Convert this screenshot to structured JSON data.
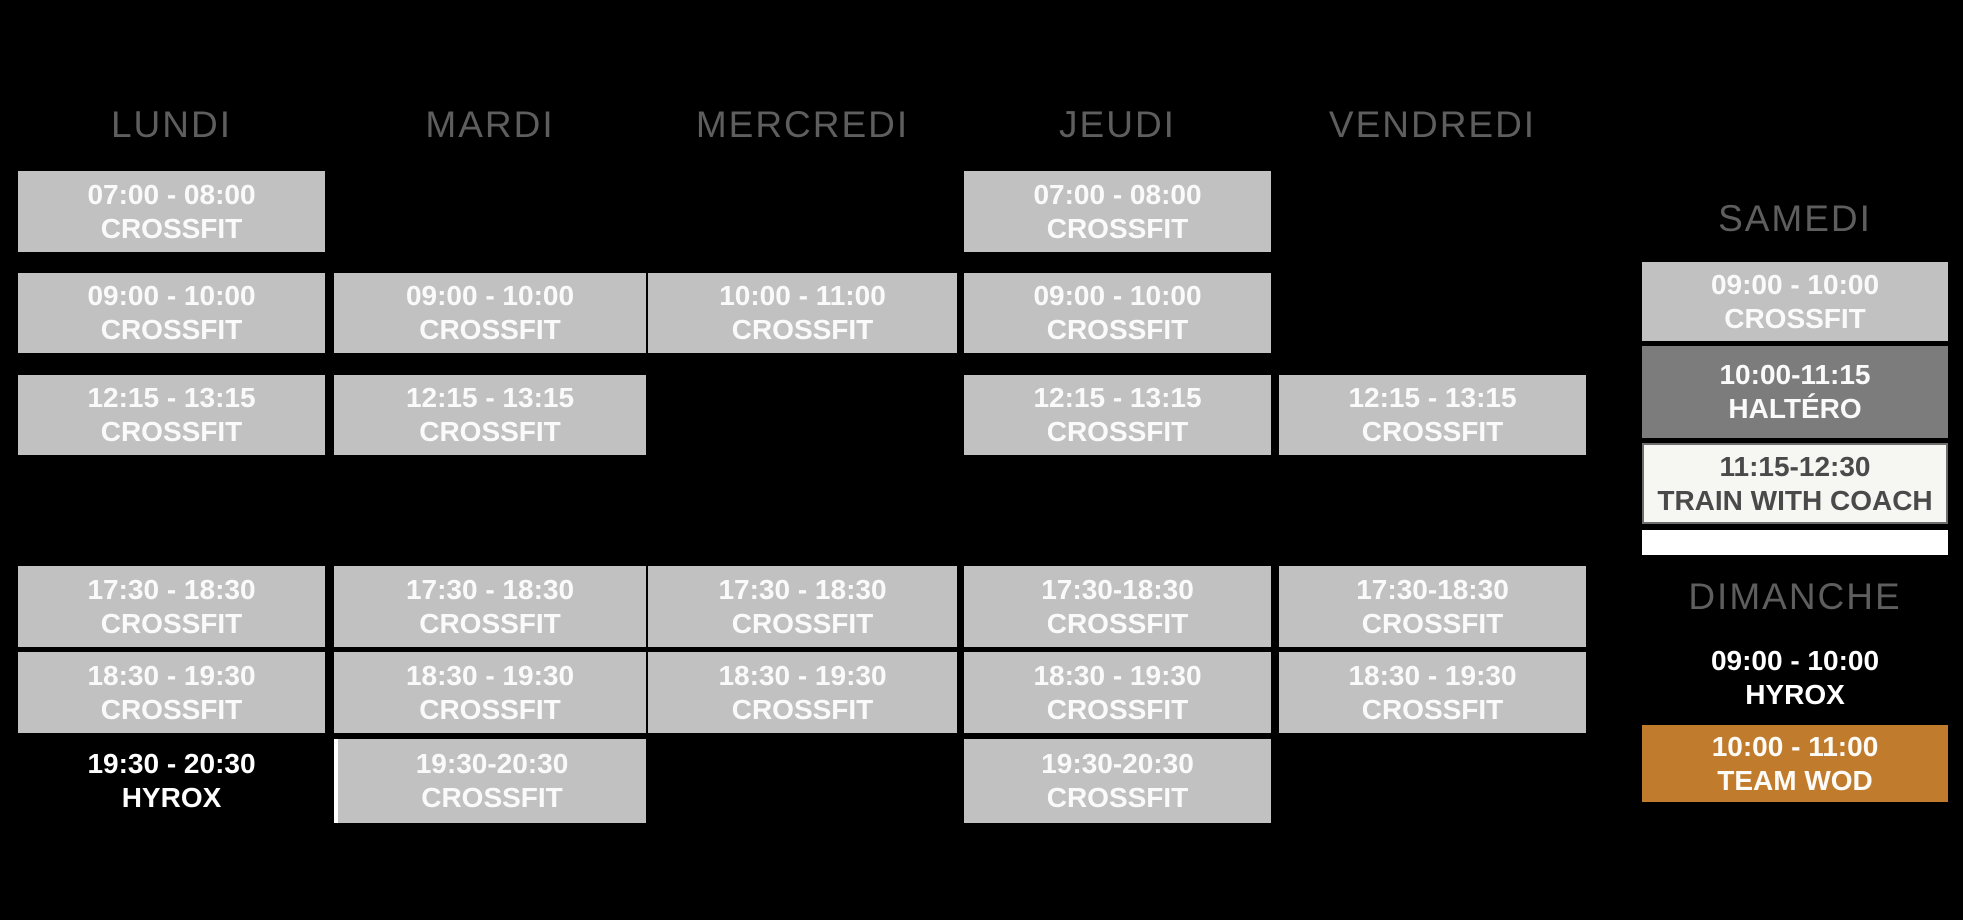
{
  "colors": {
    "background": "#000000",
    "slot_gray": "#c1c1c1",
    "slot_dark_gray": "#7c7c7c",
    "slot_white_bg": "#f6f6f3",
    "slot_white_border": "#6e6e6e",
    "slot_white_text": "#4a4a4a",
    "team_wod_orange": "#c07c2c",
    "header_text": "#5e5e5e",
    "slot_text": "#fafafa"
  },
  "schedule": {
    "days": [
      {
        "name": "LUNDI",
        "slots": [
          {
            "time": "07:00 - 08:00",
            "activity": "CROSSFIT",
            "style": "gray",
            "row": "1"
          },
          {
            "time": "09:00 - 10:00",
            "activity": "CROSSFIT",
            "style": "gray",
            "row": "2"
          },
          {
            "time": "12:15 - 13:15",
            "activity": "CROSSFIT",
            "style": "gray",
            "row": "3"
          },
          {
            "time": "17:30 - 18:30",
            "activity": "CROSSFIT",
            "style": "gray",
            "row": "4"
          },
          {
            "time": "18:30 - 19:30",
            "activity": "CROSSFIT",
            "style": "gray",
            "row": "5"
          },
          {
            "time": "19:30 - 20:30",
            "activity": "HYROX",
            "style": "plain",
            "row": "6"
          }
        ]
      },
      {
        "name": "MARDI",
        "slots": [
          {
            "time": "09:00 - 10:00",
            "activity": "CROSSFIT",
            "style": "gray",
            "row": "2"
          },
          {
            "time": "12:15 - 13:15",
            "activity": "CROSSFIT",
            "style": "gray",
            "row": "3"
          },
          {
            "time": "17:30 - 18:30",
            "activity": "CROSSFIT",
            "style": "gray",
            "row": "4"
          },
          {
            "time": "18:30 - 19:30",
            "activity": "CROSSFIT",
            "style": "gray",
            "row": "5"
          },
          {
            "time": "19:30-20:30",
            "activity": "CROSSFIT",
            "style": "gray",
            "row": "6",
            "marker": "white-left"
          }
        ]
      },
      {
        "name": "MERCREDI",
        "slots": [
          {
            "time": "10:00 - 11:00",
            "activity": "CROSSFIT",
            "style": "gray",
            "row": "2"
          },
          {
            "time": "17:30 - 18:30",
            "activity": "CROSSFIT",
            "style": "gray",
            "row": "4"
          },
          {
            "time": "18:30 - 19:30",
            "activity": "CROSSFIT",
            "style": "gray",
            "row": "5"
          }
        ]
      },
      {
        "name": "JEUDI",
        "slots": [
          {
            "time": "07:00 - 08:00",
            "activity": "CROSSFIT",
            "style": "gray",
            "row": "1"
          },
          {
            "time": "09:00 - 10:00",
            "activity": "CROSSFIT",
            "style": "gray",
            "row": "2"
          },
          {
            "time": "12:15 - 13:15",
            "activity": "CROSSFIT",
            "style": "gray",
            "row": "3"
          },
          {
            "time": "17:30-18:30",
            "activity": "CROSSFIT",
            "style": "gray",
            "row": "4"
          },
          {
            "time": "18:30 - 19:30",
            "activity": "CROSSFIT",
            "style": "gray",
            "row": "5"
          },
          {
            "time": "19:30-20:30",
            "activity": "CROSSFIT",
            "style": "gray",
            "row": "6"
          }
        ]
      },
      {
        "name": "VENDREDI",
        "slots": [
          {
            "time": "12:15 - 13:15",
            "activity": "CROSSFIT",
            "style": "gray",
            "row": "3"
          },
          {
            "time": "17:30-18:30",
            "activity": "CROSSFIT",
            "style": "gray",
            "row": "4"
          },
          {
            "time": "18:30 - 19:30",
            "activity": "CROSSFIT",
            "style": "gray",
            "row": "5"
          }
        ]
      }
    ],
    "weekend": [
      {
        "name": "SAMEDI",
        "slots": [
          {
            "time": "09:00 - 10:00",
            "activity": "CROSSFIT",
            "style": "gray"
          },
          {
            "time": "10:00-11:15",
            "activity": "HALTÉRO",
            "style": "darkgray"
          },
          {
            "time": "11:15-12:30",
            "activity": "TRAIN WITH COACH",
            "style": "white"
          }
        ]
      },
      {
        "name": "DIMANCHE",
        "slots": [
          {
            "time": "09:00 - 10:00",
            "activity": "HYROX",
            "style": "plain"
          },
          {
            "time": "10:00 - 11:00",
            "activity": "TEAM WOD",
            "style": "orange"
          }
        ]
      }
    ]
  }
}
